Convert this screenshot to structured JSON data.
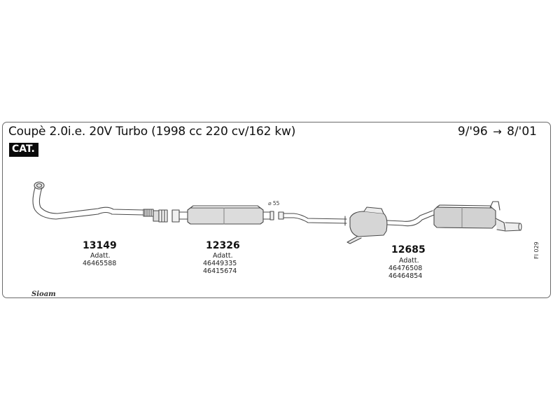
{
  "header": {
    "title": "Coupè 2.0i.e. 20V Turbo (1998 cc 220 cv/162 kw)",
    "date_from": "9/'96",
    "date_arrow": "→",
    "date_to": "8/'01",
    "badge": "CAT."
  },
  "parts": [
    {
      "number": "13149",
      "adapt_label": "Adatt.",
      "refs": [
        "46465588"
      ]
    },
    {
      "number": "12326",
      "adapt_label": "Adatt.",
      "refs": [
        "46449335",
        "46415674"
      ]
    },
    {
      "number": "12685",
      "adapt_label": "Adatt.",
      "refs": [
        "46476508",
        "46464854"
      ]
    }
  ],
  "annotations": {
    "diameter": "⌀ 55",
    "sheet_code": "FI 029",
    "logo": "Sioam"
  },
  "colors": {
    "line": "#4a4a4a",
    "fill": "#d9d9d9",
    "badge_bg": "#0a0a0a",
    "badge_text": "#ffffff"
  }
}
